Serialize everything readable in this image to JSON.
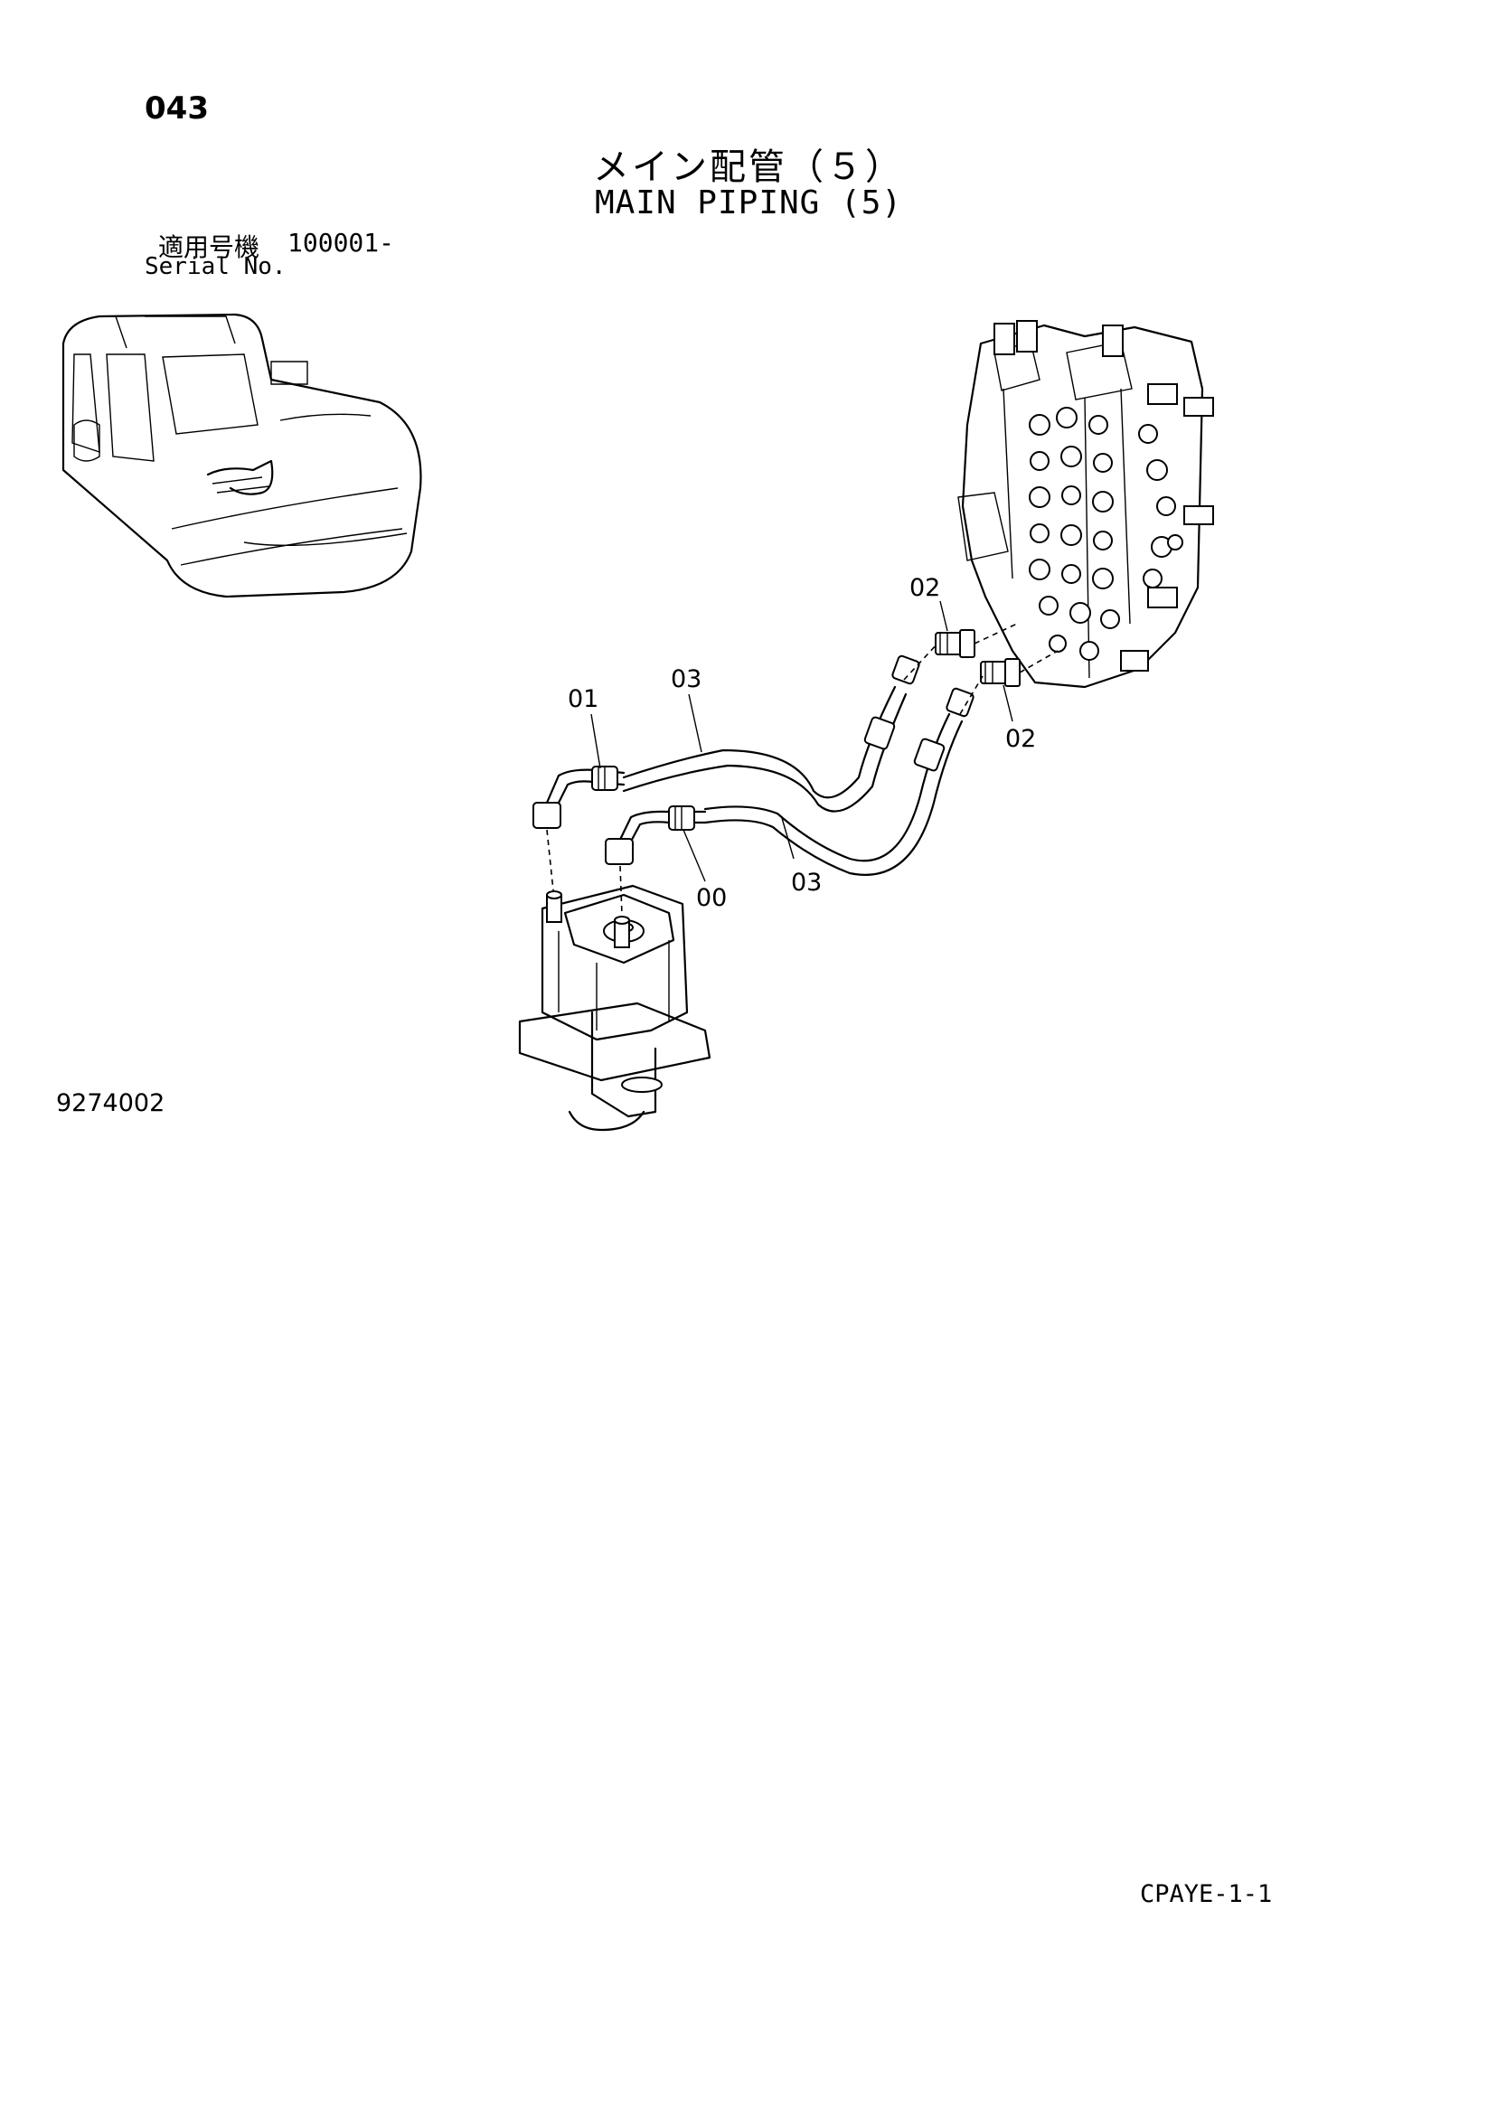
{
  "header": {
    "page_number": "043",
    "title_jp": "メイン配管（５）",
    "title_en": "MAIN PIPING (5)",
    "serial_label_jp": "適用号機",
    "serial_value": "100001-",
    "serial_label_en": "Serial No."
  },
  "diagram": {
    "drawing_number": "9274002",
    "callouts": {
      "c02_top": "02",
      "c02_right": "02",
      "c01": "01",
      "c03_top": "03",
      "c00": "00",
      "c03_bottom": "03"
    }
  },
  "footer": {
    "code": "CPAYE-1-1"
  }
}
